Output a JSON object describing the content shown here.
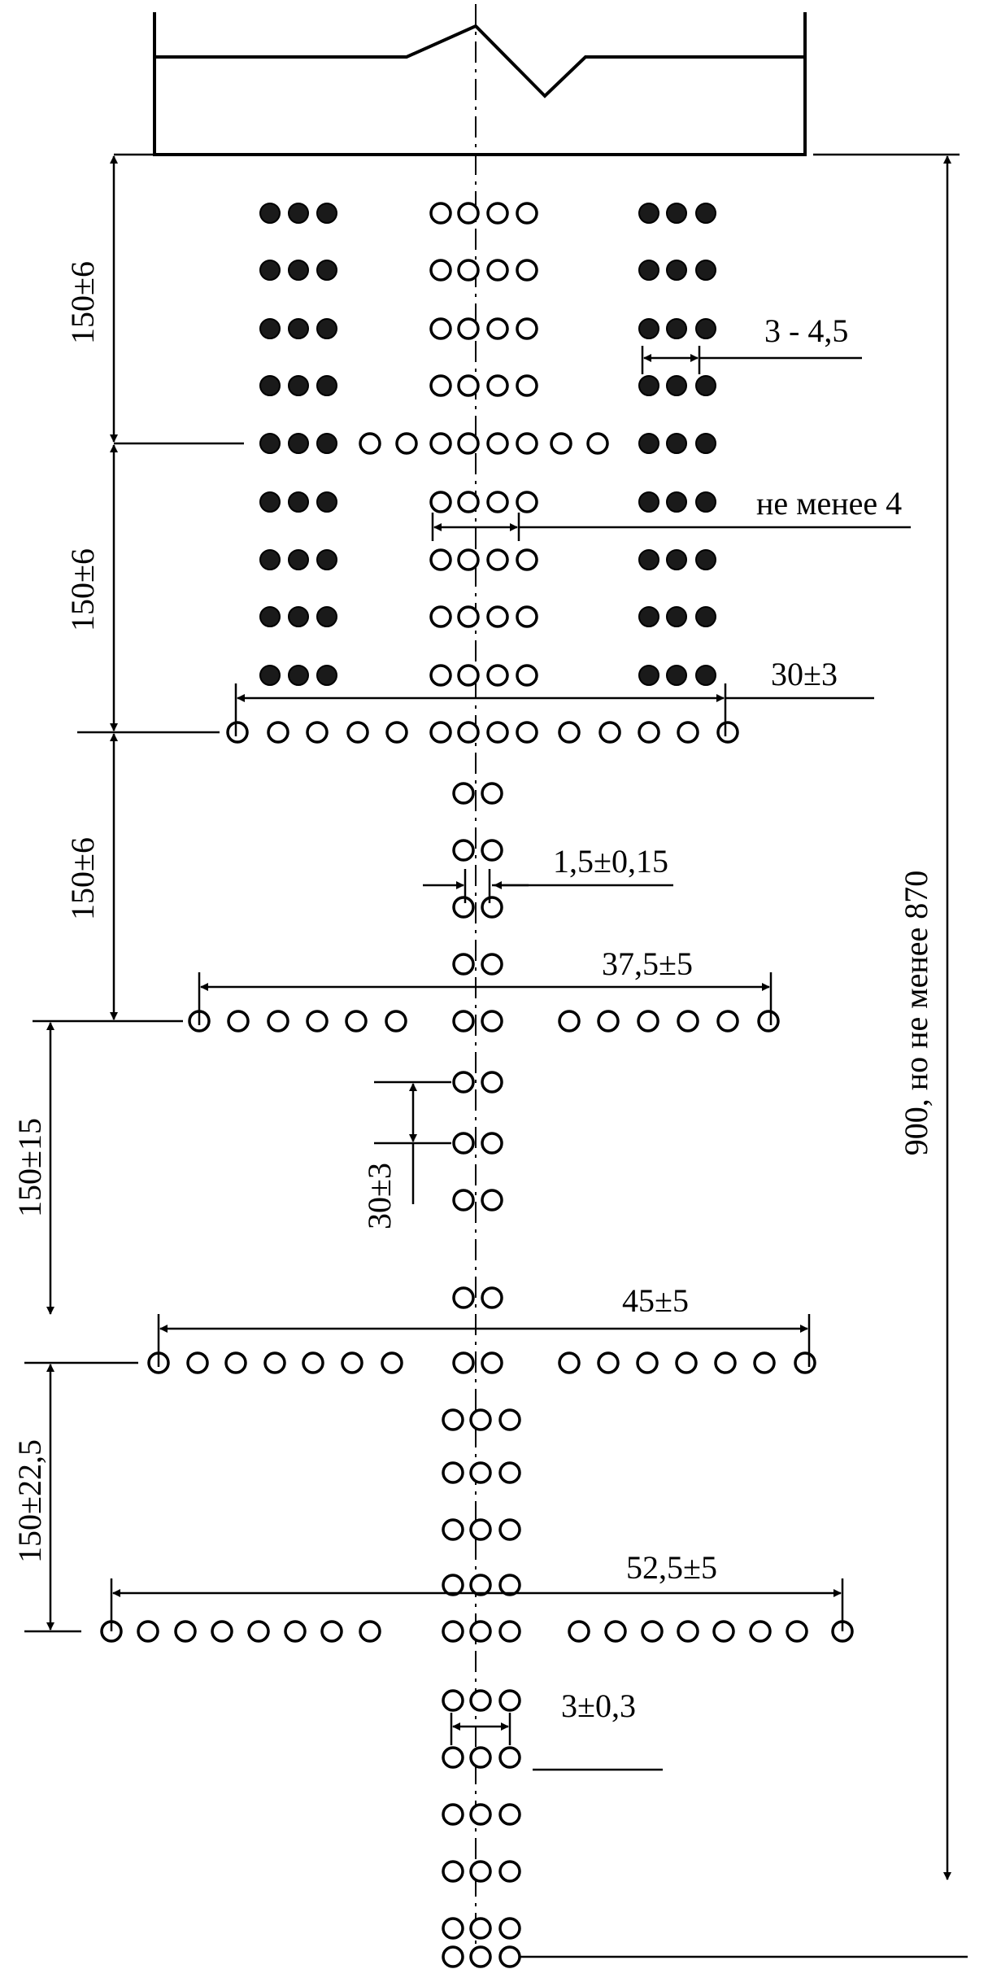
{
  "diagram": {
    "labels": {
      "d_150_6_a": "150±6",
      "d_150_6_b": "150±6",
      "d_150_6_c": "150±6",
      "d_150_15": "150±15",
      "d_150_22_5": "150±22,5",
      "d_30_3_v": "30±3",
      "d_3_45": "3 - 4,5",
      "d_ne_menee_4": "не менее 4",
      "d_30_3_h": "30±3",
      "d_1_5": "1,5±0,15",
      "d_37_5": "37,5±5",
      "d_45": "45±5",
      "d_52_5": "52,5±5",
      "d_3_0_3": "3±0,3",
      "d_900": "900, но не менее 870"
    },
    "colors": {
      "ink": "#000000",
      "filled_hole": "#1a1a1a",
      "paper": "#ffffff"
    }
  }
}
